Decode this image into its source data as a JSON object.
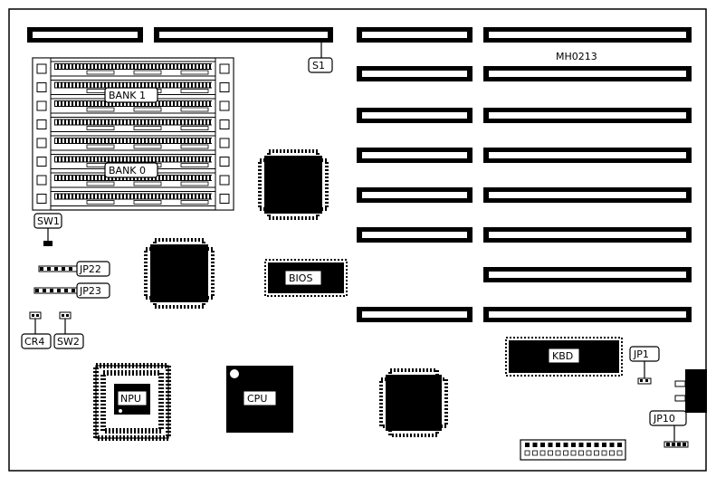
{
  "diagram_code": "MH0213",
  "memory_banks": [
    {
      "label": "BANK 1"
    },
    {
      "label": "BANK 0"
    }
  ],
  "components": {
    "s1": "S1",
    "sw1": "SW1",
    "sw2": "SW2",
    "cr4": "CR4",
    "jp22": "JP22",
    "jp23": "JP23",
    "jp1": "JP1",
    "jp10": "JP10",
    "bios": "BIOS",
    "cpu": "CPU",
    "npu": "NPU",
    "kbd": "KBD"
  },
  "colors": {
    "ink": "#000000",
    "paper": "#ffffff"
  }
}
